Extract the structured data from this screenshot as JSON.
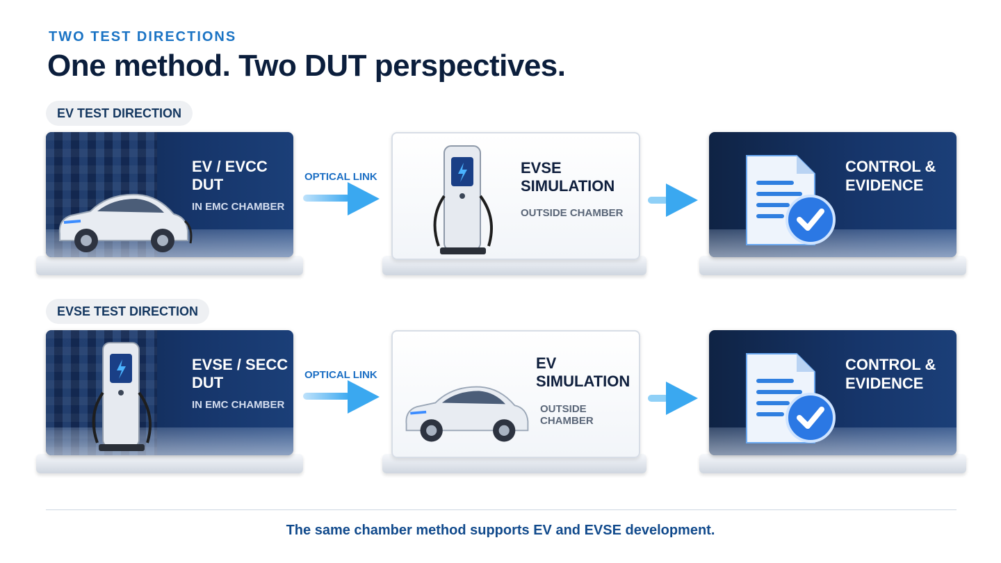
{
  "header": {
    "eyebrow": "TWO TEST DIRECTIONS",
    "title": "One method. Two DUT perspectives."
  },
  "rows": [
    {
      "label": "EV TEST DIRECTION",
      "dut": {
        "title_line1": "EV / EVCC",
        "title_line2": "DUT",
        "subtitle": "IN EMC CHAMBER",
        "icon": "car-icon"
      },
      "link_label": "OPTICAL LINK",
      "sim": {
        "title_line1": "EVSE",
        "title_line2": "SIMULATION",
        "subtitle": "OUTSIDE CHAMBER",
        "icon": "charger-icon"
      },
      "control": {
        "title_line1": "CONTROL &",
        "title_line2": "EVIDENCE",
        "icon": "document-check-icon"
      }
    },
    {
      "label": "EVSE TEST DIRECTION",
      "dut": {
        "title_line1": "EVSE / SECC",
        "title_line2": "DUT",
        "subtitle": "IN EMC CHAMBER",
        "icon": "charger-icon"
      },
      "link_label": "OPTICAL LINK",
      "sim": {
        "title_line1": "EV",
        "title_line2": "SIMULATION",
        "subtitle": "OUTSIDE CHAMBER",
        "icon": "car-icon"
      },
      "control": {
        "title_line1": "CONTROL &",
        "title_line2": "EVIDENCE",
        "icon": "document-check-icon"
      }
    }
  ],
  "footer": "The same chamber method supports EV and EVSE development.",
  "colors": {
    "accent": "#1a73c4",
    "navy": "#0b1e3c",
    "arrow": "#3aa8f0"
  }
}
